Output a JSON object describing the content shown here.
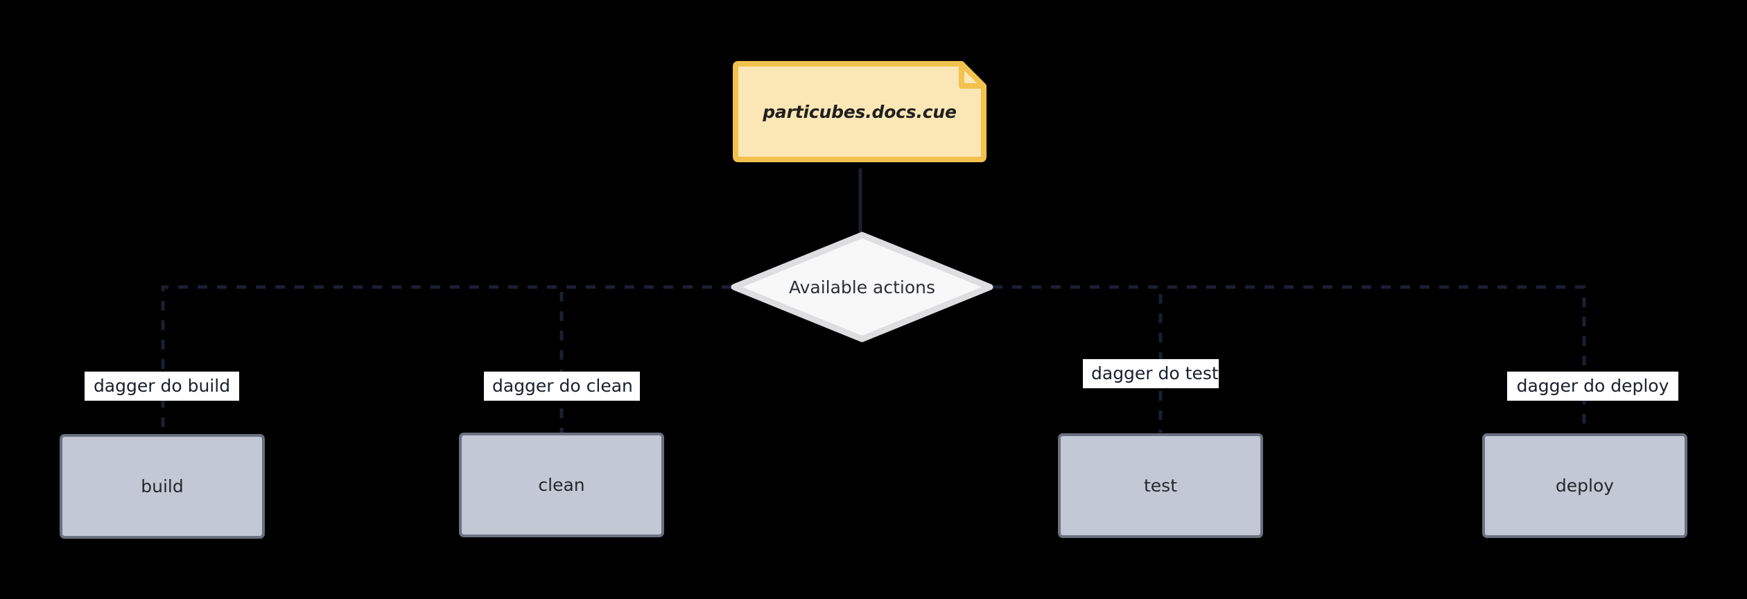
{
  "diagram": {
    "type": "flowchart",
    "title": "",
    "background_color": "#000000",
    "nodes": {
      "file": {
        "id": "particubes-docs-cue",
        "shape": "note",
        "label": "particubes.docs.cue",
        "fill_color": "#fbe7b6",
        "stroke_color": "#f2c14e",
        "text_color": "#20201f"
      },
      "decision": {
        "id": "available-actions",
        "shape": "diamond",
        "label": "Available actions",
        "fill_color": "#f8f8f8",
        "stroke_color": "#dedee0",
        "text_color": "#2b2f36"
      },
      "actions": [
        {
          "id": "build",
          "shape": "rect",
          "label": "build",
          "edge_label": "dagger do build",
          "fill_color": "#c2c8d4",
          "stroke_color": "#6b7181"
        },
        {
          "id": "clean",
          "shape": "rect",
          "label": "clean",
          "edge_label": "dagger do clean",
          "fill_color": "#c2c8d4",
          "stroke_color": "#6b7181"
        },
        {
          "id": "test",
          "shape": "rect",
          "label": "test",
          "edge_label": "dagger do test",
          "fill_color": "#c2c8d4",
          "stroke_color": "#6b7181"
        },
        {
          "id": "deploy",
          "shape": "rect",
          "label": "deploy",
          "edge_label": "dagger do deploy",
          "fill_color": "#c2c8d4",
          "stroke_color": "#6b7181"
        }
      ]
    },
    "edges": {
      "style_solid": "solid",
      "style_dashed": "dashed",
      "color": "#1a1f33"
    }
  }
}
